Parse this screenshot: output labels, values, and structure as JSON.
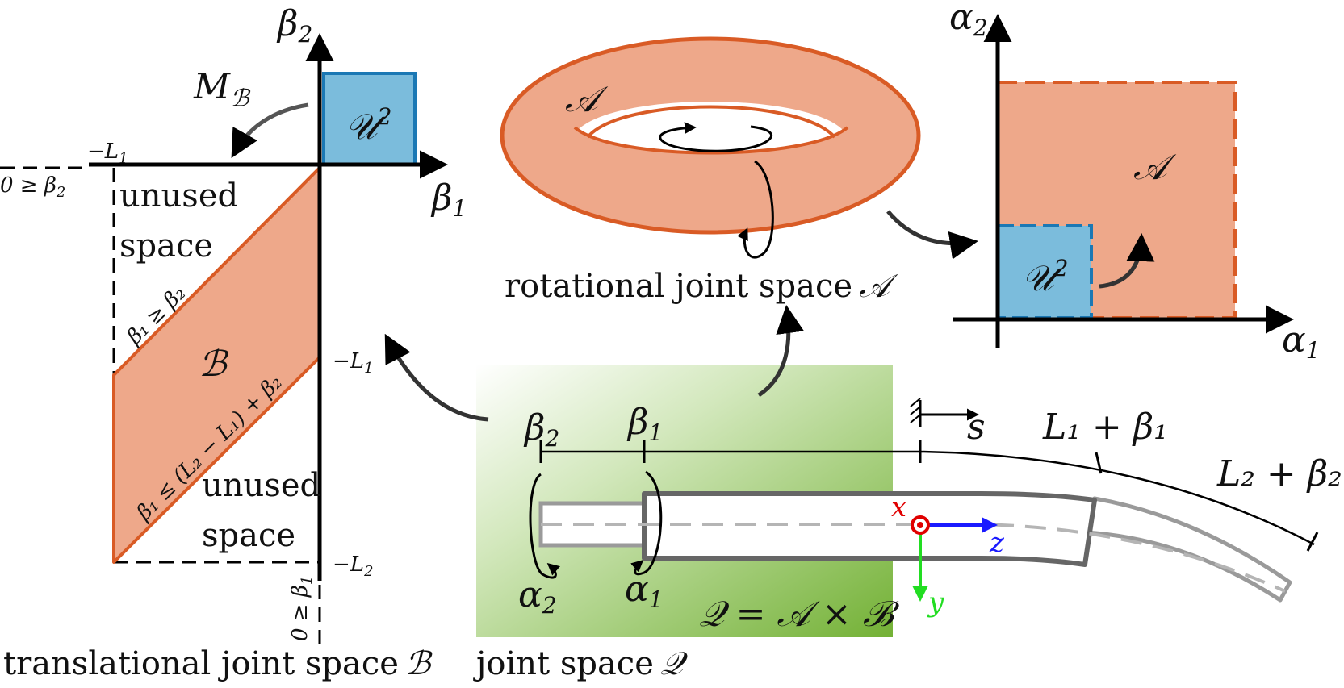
{
  "colors": {
    "orange_fill": "#eea88a",
    "orange_stroke": "#d95b25",
    "blue_fill": "#7bbcdc",
    "blue_stroke": "#1b78b4",
    "green": "#76b33a",
    "axis": "#000000",
    "tube_dark": "#666666",
    "tube_light": "#9a9a9a",
    "x_color": "#e00000",
    "y_color": "#22dd22",
    "z_color": "#1a1aff"
  },
  "captions": {
    "translational": "translational joint space",
    "translational_sym": "ℬ",
    "rotational": "rotational joint space",
    "rotational_sym": "𝒜",
    "joint": "joint space",
    "joint_sym": "𝒬"
  },
  "left_plot": {
    "axis_x": "β",
    "axis_x_sub": "1",
    "axis_y": "β",
    "axis_y_sub": "2",
    "map_label": "M",
    "map_sub": "ℬ",
    "u_label": "𝒰",
    "u_sup": "2",
    "neg_L1_top": "−L",
    "neg_L1_top_sub": "1",
    "neg_L1_right": "−L",
    "neg_L1_right_sub": "1",
    "neg_L2": "−L",
    "neg_L2_sub": "2",
    "ineq_beta2": "0 ≥ β",
    "ineq_beta2_sub": "2",
    "ineq_beta1": "0 ≥ β",
    "ineq_beta1_sub": "1",
    "unused_top_1": "unused",
    "unused_top_2": "space",
    "unused_bottom_1": "unused",
    "unused_bottom_2": "space",
    "region_label": "ℬ",
    "constraint_upper": "β₁ ≥ β₂",
    "constraint_lower": "β₁ ≤ (L₂ − L₁) + β₂"
  },
  "torus": {
    "label": "𝒜"
  },
  "right_plot": {
    "axis_x": "α",
    "axis_x_sub": "1",
    "axis_y": "α",
    "axis_y_sub": "2",
    "region_label": "𝒜",
    "u_label": "𝒰",
    "u_sup": "2"
  },
  "robot": {
    "beta2": "β",
    "beta2_sub": "2",
    "beta1": "β",
    "beta1_sub": "1",
    "alpha2": "α",
    "alpha2_sub": "2",
    "alpha1": "α",
    "alpha1_sub": "1",
    "s": "s",
    "L1b1": "L₁ + β₁",
    "L2b2": "L₂ + β₂",
    "x": "x",
    "y": "y",
    "z": "z",
    "q_label": "𝒬 = 𝒜 × ℬ"
  }
}
